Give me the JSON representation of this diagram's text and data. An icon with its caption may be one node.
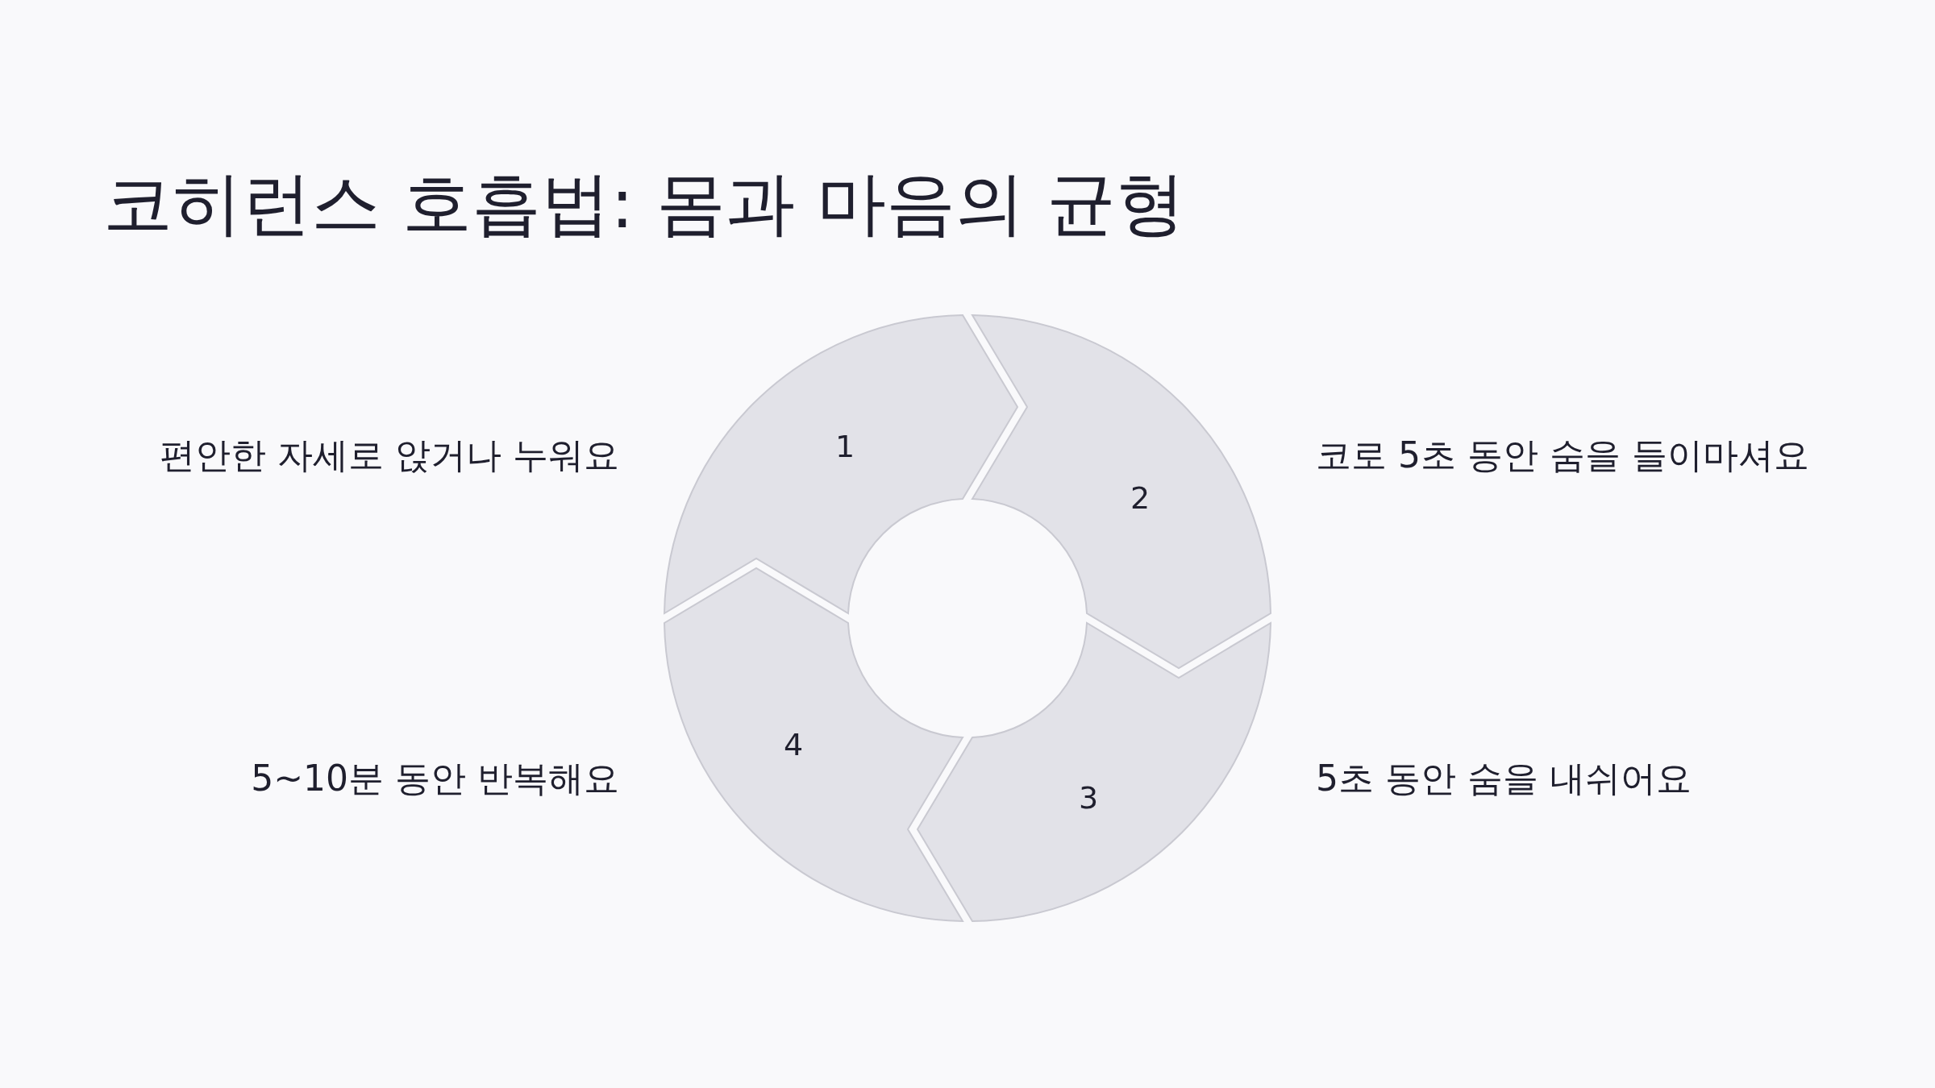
{
  "diagram": {
    "title": "코히런스 호흡법: 몸과 마음의 균형",
    "nodes": [
      {
        "text": [
          "1"
        ],
        "beside": [
          "편안한 자세로 앉거나 누워요"
        ]
      },
      {
        "text": [
          "2"
        ],
        "beside": [
          "코로 5초 동안 숨을 들이마셔요"
        ]
      },
      {
        "text": [
          "3"
        ],
        "beside": [
          "5초 동안 숨을 내쉬어요"
        ]
      },
      {
        "text": [
          "4"
        ],
        "beside": [
          "5~10분 동안 반복해요"
        ]
      }
    ]
  }
}
